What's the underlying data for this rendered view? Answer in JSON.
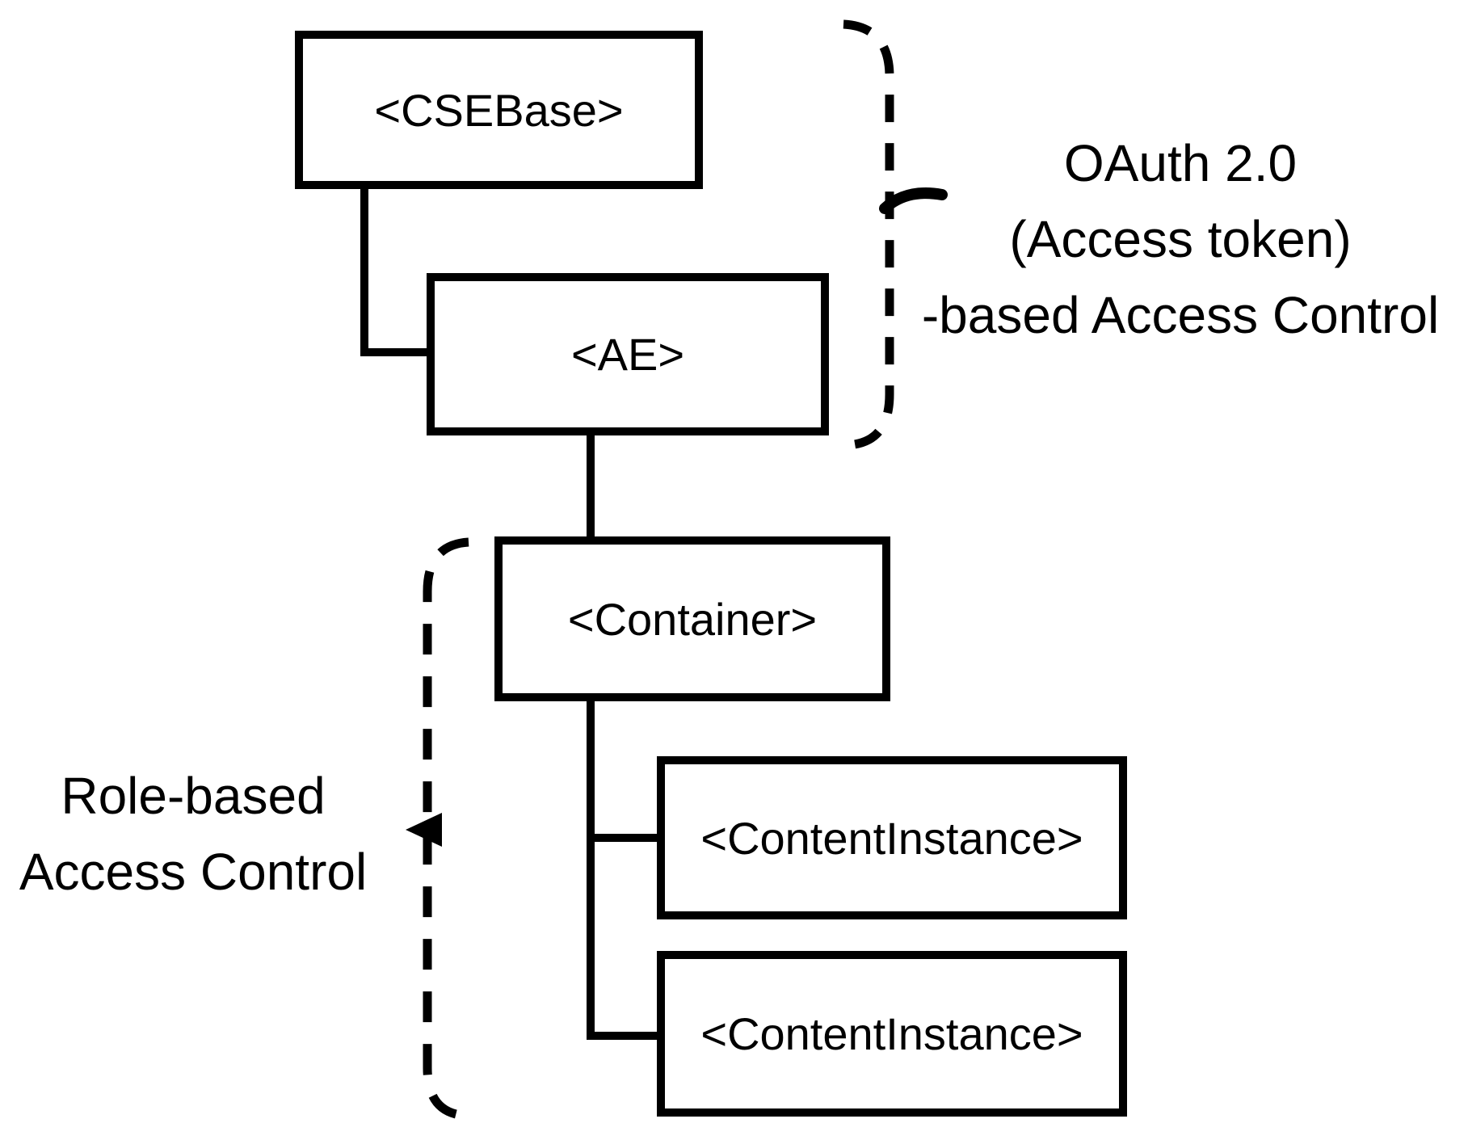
{
  "diagram": {
    "background_color": "#ffffff",
    "stroke_color": "#000000",
    "text_color": "#000000",
    "nodes": [
      {
        "id": "csebase",
        "label": "<CSEBase>"
      },
      {
        "id": "ae",
        "label": "<AE>"
      },
      {
        "id": "container",
        "label": "<Container>"
      },
      {
        "id": "contentinstance1",
        "label": "<ContentInstance>"
      },
      {
        "id": "contentinstance2",
        "label": "<ContentInstance>"
      }
    ],
    "edges": [
      {
        "from": "csebase",
        "to": "ae"
      },
      {
        "from": "ae",
        "to": "container"
      },
      {
        "from": "container",
        "to": "contentinstance1"
      },
      {
        "from": "container",
        "to": "contentinstance2"
      }
    ],
    "annotations": {
      "oauth": {
        "lines": [
          "OAuth 2.0",
          "(Access token)",
          "-based Access Control"
        ],
        "grouped_nodes": [
          "<CSEBase>",
          "<AE>"
        ]
      },
      "role": {
        "lines": [
          "Role-based",
          "Access Control"
        ],
        "grouped_nodes": [
          "<Container>",
          "<ContentInstance>",
          "<ContentInstance>"
        ]
      }
    }
  }
}
